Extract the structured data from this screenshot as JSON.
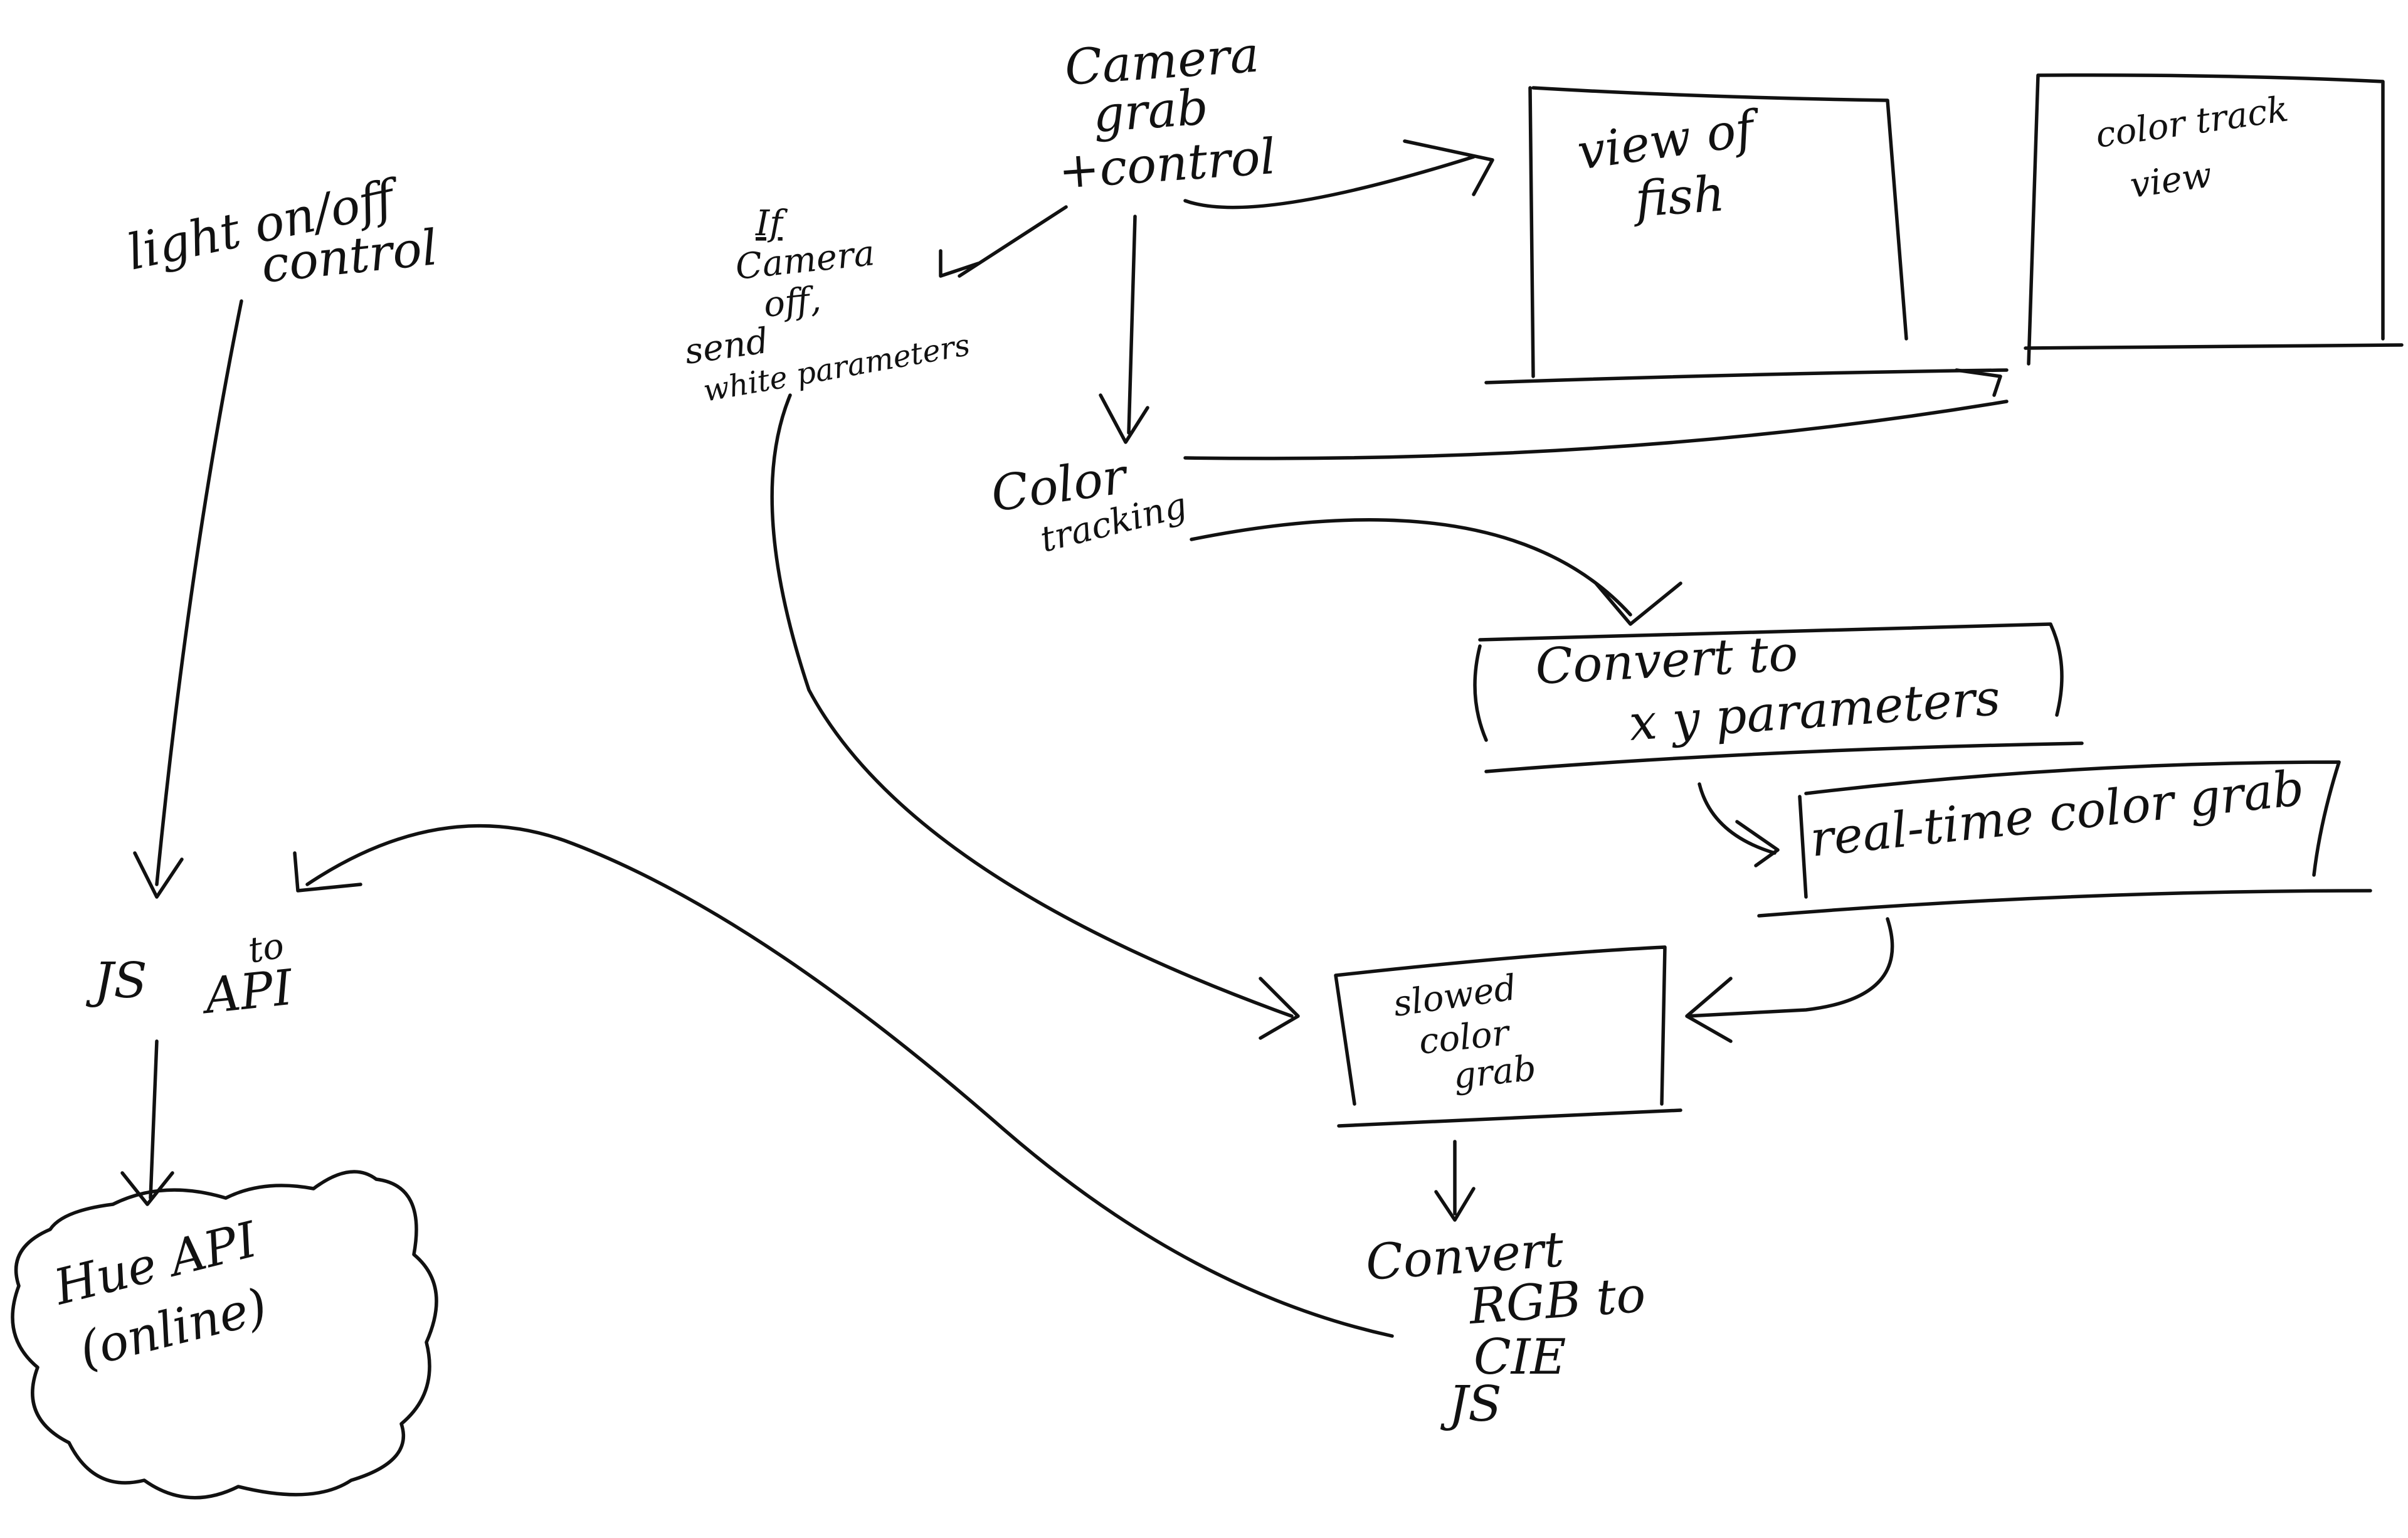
{
  "labels": {
    "light_control": [
      "light on/off",
      "control"
    ],
    "camera_grab": [
      "Camera",
      "grab",
      "+control"
    ],
    "if_note": [
      "If",
      "Camera",
      "off,",
      "send",
      "white parameters"
    ],
    "view_of_fish": [
      "view of",
      "fish"
    ],
    "color_track_view": [
      "color track",
      "view"
    ],
    "color_tracking": [
      "Color",
      "tracking"
    ],
    "convert_xy": [
      "Convert to",
      "x   y parameters"
    ],
    "realtime_grab": "real-time color grab",
    "slowed_grab": [
      "slowed",
      "color",
      "grab"
    ],
    "convert_rgb": [
      "Convert",
      "RGB to",
      "CIE",
      "JS"
    ],
    "js_api": [
      "JS",
      "to",
      "API"
    ],
    "hue_api": [
      "Hue API",
      "(online)"
    ]
  }
}
